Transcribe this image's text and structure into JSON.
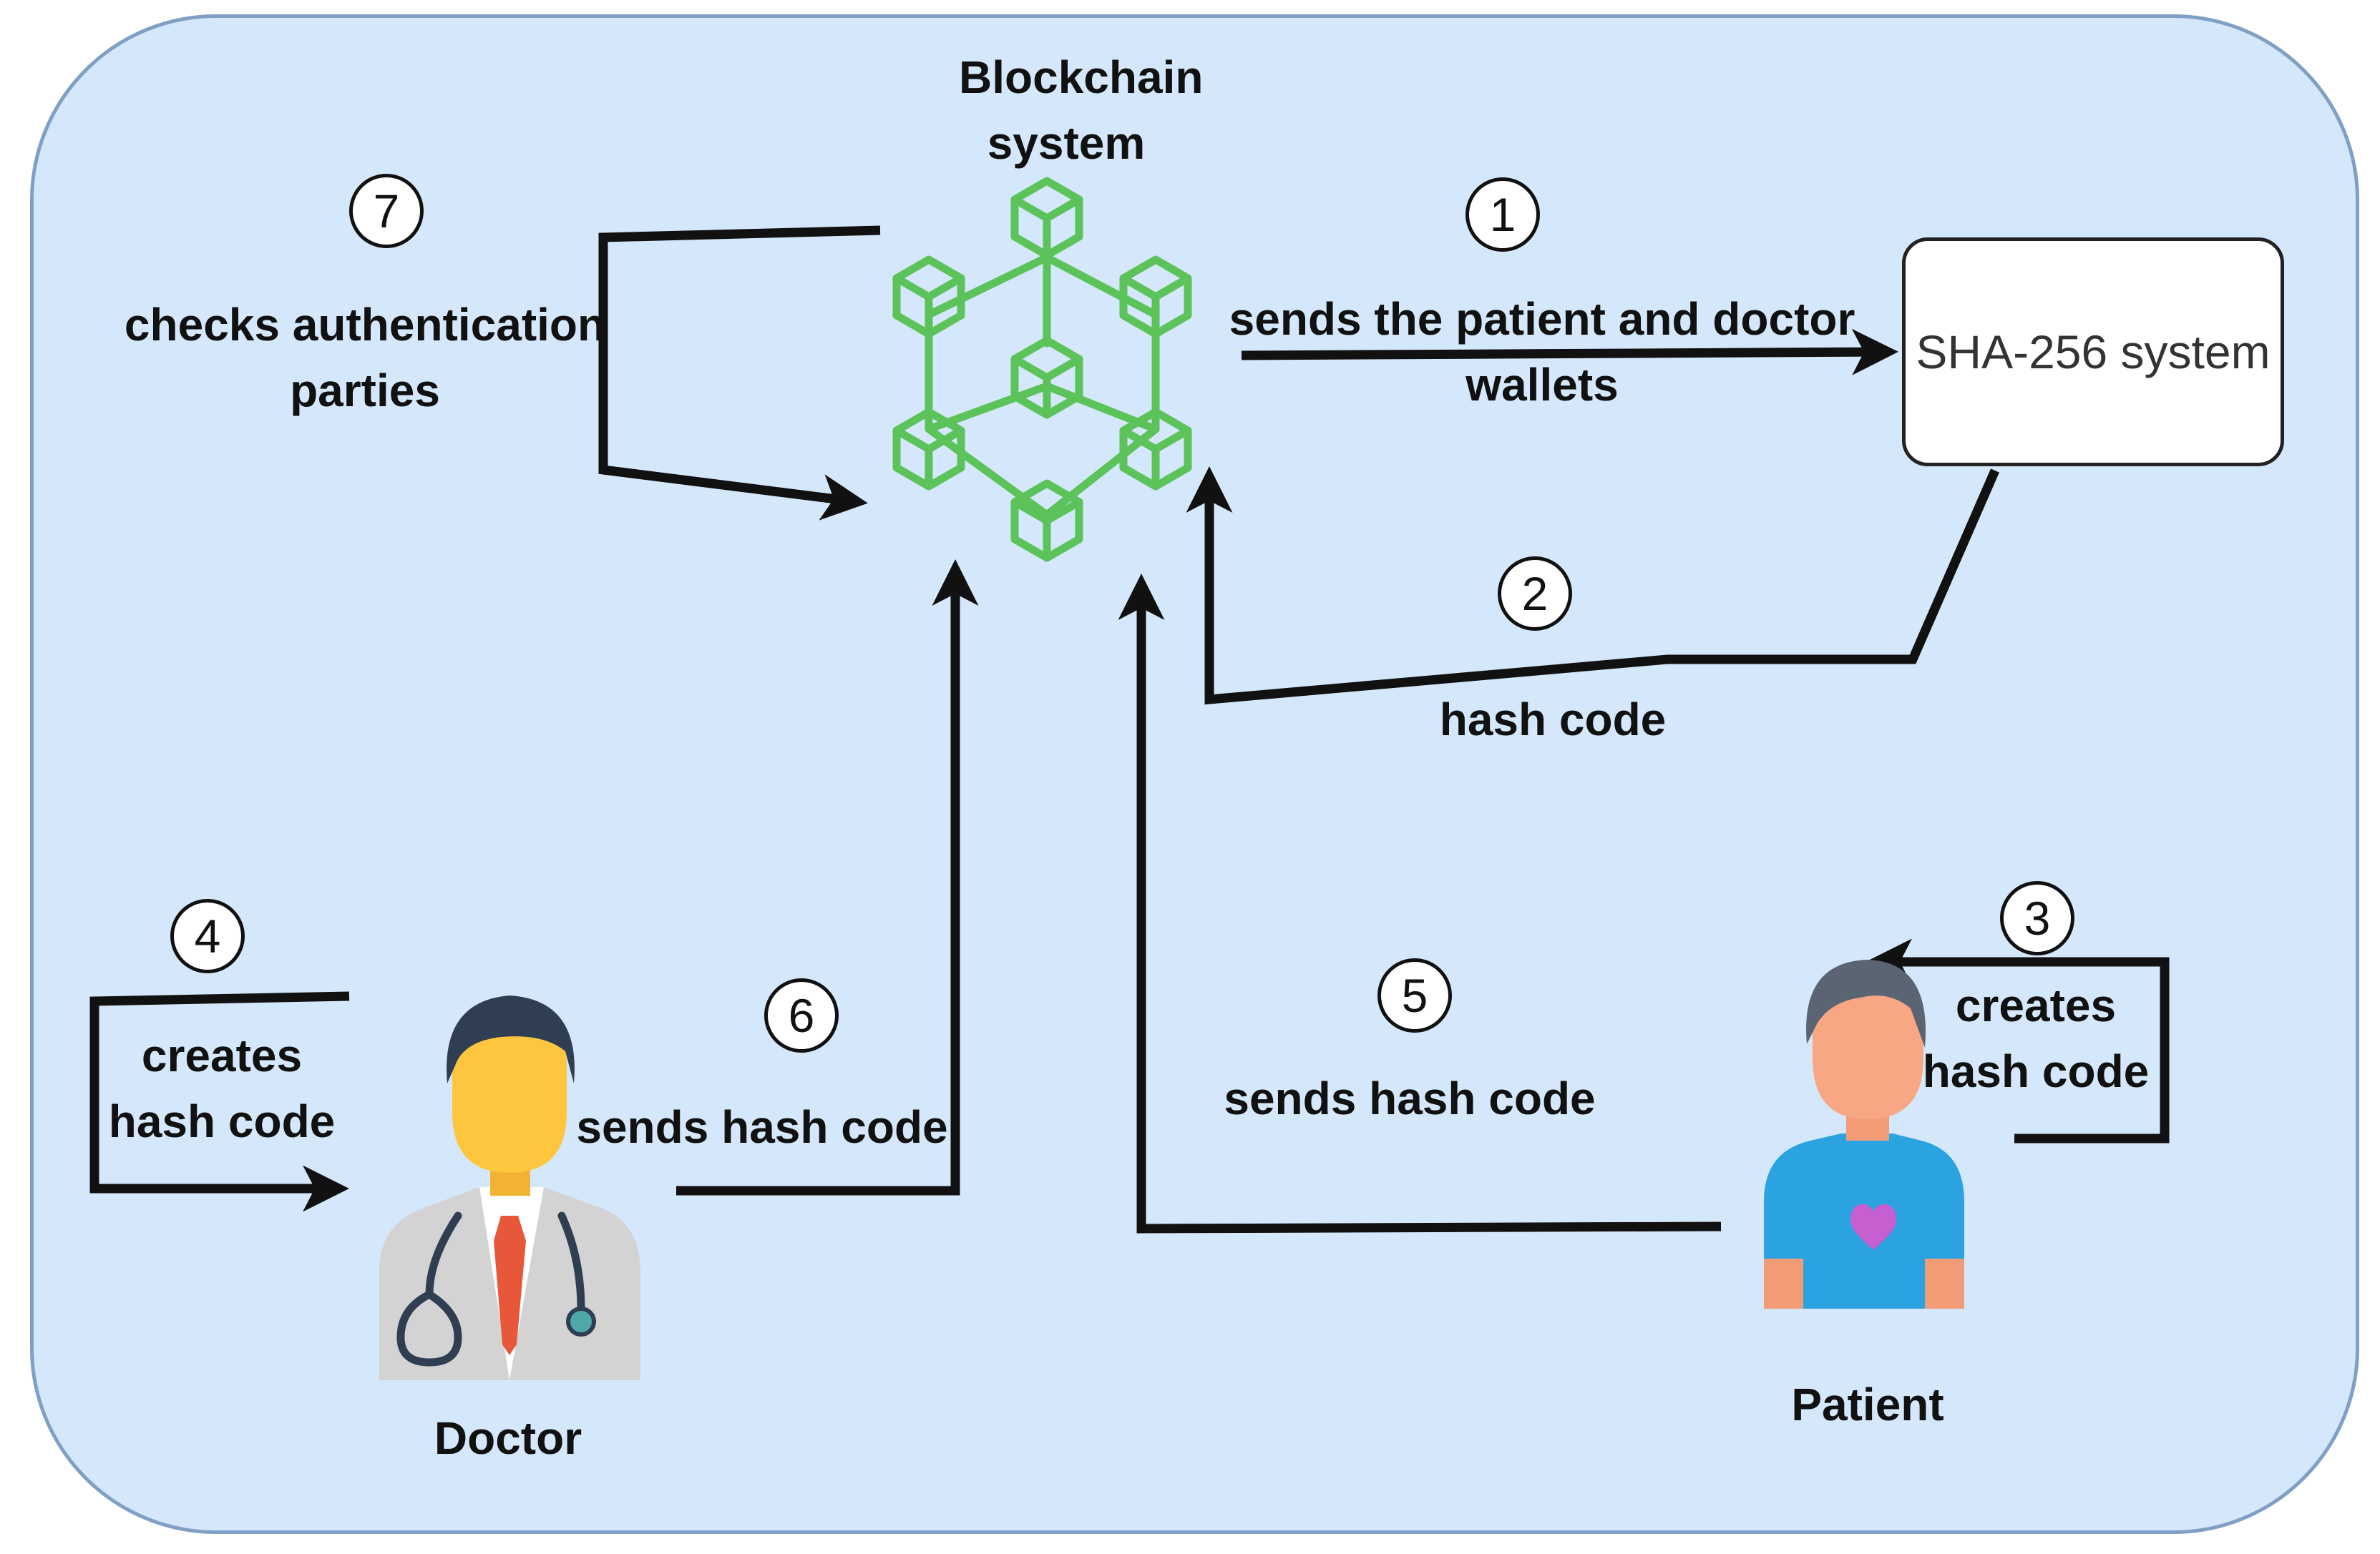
{
  "colors": {
    "background": "#d5e8fb",
    "frame_border": "#7f9fc4",
    "blockchain_icon": "#5cc25a",
    "arrow": "#111111"
  },
  "blockchain": {
    "label": "Blockchain system",
    "icon": "blockchain-cubes-icon"
  },
  "sha": {
    "label": "SHA-256 system"
  },
  "actors": {
    "doctor": {
      "label": "Doctor",
      "icon": "doctor-icon"
    },
    "patient": {
      "label": "Patient",
      "icon": "patient-icon"
    }
  },
  "steps": [
    {
      "number": "1",
      "label": "sends the patient and doctor wallets"
    },
    {
      "number": "2",
      "label": "hash code"
    },
    {
      "number": "3",
      "label": "creates hash code"
    },
    {
      "number": "4",
      "label": "creates hash code"
    },
    {
      "number": "5",
      "label": "sends hash code"
    },
    {
      "number": "6",
      "label": "sends hash code"
    },
    {
      "number": "7",
      "label": "checks authentication parties"
    }
  ]
}
